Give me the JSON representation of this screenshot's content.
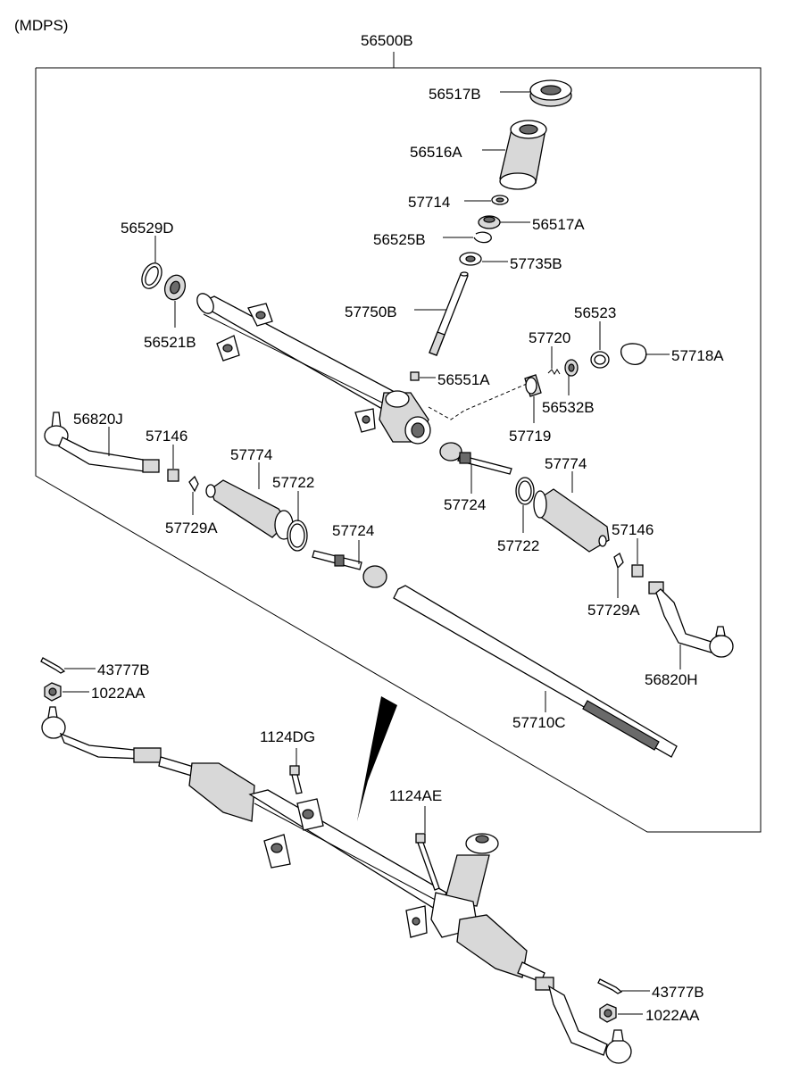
{
  "header": {
    "variant": "(MDPS)",
    "assembly": "56500B"
  },
  "callouts": {
    "p56517B": "56517B",
    "p56516A": "56516A",
    "p57714": "57714",
    "p56517A": "56517A",
    "p56525B": "56525B",
    "p57735B": "57735B",
    "p56529D": "56529D",
    "p57750B": "57750B",
    "p56521B": "56521B",
    "p56523": "56523",
    "p57720": "57720",
    "p57718A": "57718A",
    "p56551A": "56551A",
    "p56532B": "56532B",
    "p57719": "57719",
    "p56820J": "56820J",
    "p57146_l": "57146",
    "p57774_l": "57774",
    "p57722_l": "57722",
    "p57729A_l": "57729A",
    "p57724_r": "57724",
    "p57774_r": "57774",
    "p57722_r": "57722",
    "p57724_l": "57724",
    "p57146_r": "57146",
    "p57729A_r": "57729A",
    "p56820H": "56820H",
    "p57710C": "57710C",
    "p43777B_l": "43777B",
    "p1022AA_l": "1022AA",
    "p1124DG": "1124DG",
    "p1124AE": "1124AE",
    "p43777B_r": "43777B",
    "p1022AA_r": "1022AA"
  }
}
